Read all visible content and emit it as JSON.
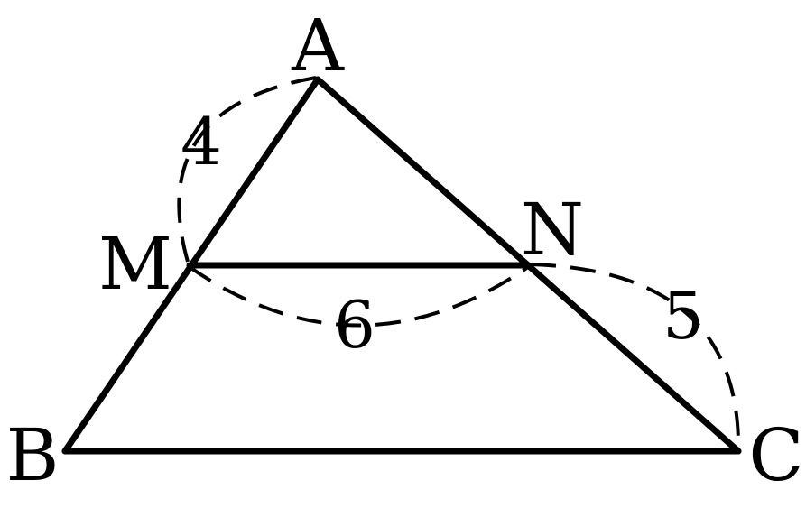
{
  "points": {
    "A": "A",
    "B": "B",
    "C": "C",
    "M": "M",
    "N": "N"
  },
  "measures": {
    "AM": "4",
    "MN": "6",
    "NC": "5"
  },
  "stroke_color": "#000000",
  "background_color": "#ffffff"
}
